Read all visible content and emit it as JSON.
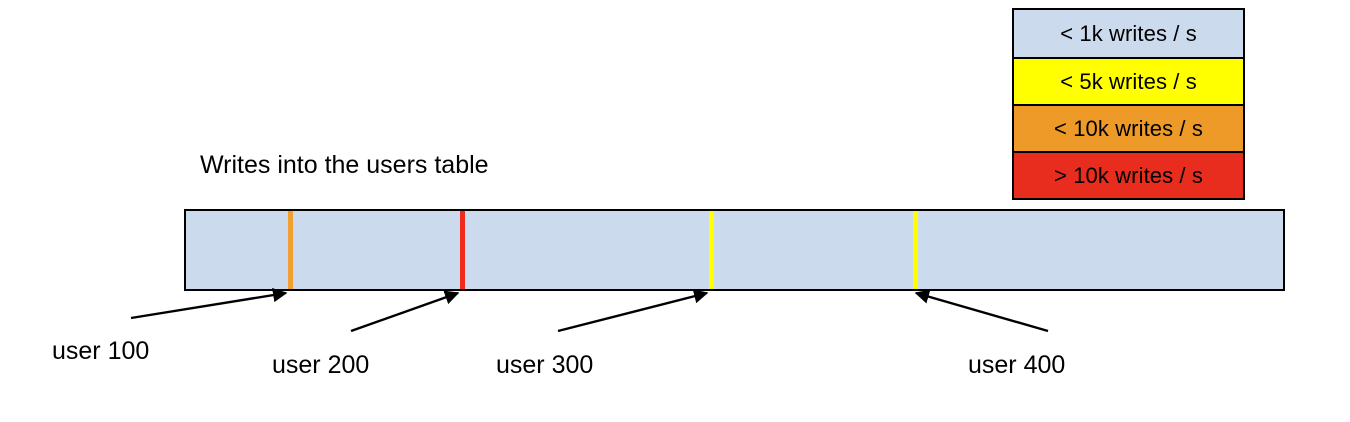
{
  "chart_data": {
    "type": "bar",
    "title": "Writes into the users table",
    "xlabel": "",
    "ylabel": "",
    "orientation": "horizontal-single-track",
    "track": {
      "fill_color": "#CCDAEE",
      "border_color": "#000000",
      "description": "Single horizontal track representing the users table key range"
    },
    "markers": [
      {
        "label": "user 100",
        "position_pct": 9.6,
        "color": "#F0A030",
        "bucket": "< 10k writes / s"
      },
      {
        "label": "user 200",
        "position_pct": 25.2,
        "color": "#EE2B1C",
        "bucket": "> 10k writes / s"
      },
      {
        "label": "user 300",
        "position_pct": 47.8,
        "color": "#FFFF00",
        "bucket": "< 5k writes / s"
      },
      {
        "label": "user 400",
        "position_pct": 66.3,
        "color": "#FFFF00",
        "bucket": "< 5k writes / s"
      }
    ],
    "legend": {
      "position": "top-right",
      "entries": [
        {
          "label": "< 1k writes / s",
          "color": "#CCDAEE"
        },
        {
          "label": "< 5k writes / s",
          "color": "#FFFF00"
        },
        {
          "label": "< 10k writes / s",
          "color": "#EE9A28"
        },
        {
          "label": "> 10k writes / s",
          "color": "#E82D1E"
        }
      ]
    }
  },
  "legend": {
    "entries": [
      {
        "label": "< 1k writes / s",
        "color": "#CCDAEE"
      },
      {
        "label": "< 5k writes / s",
        "color": "#FFFF00"
      },
      {
        "label": "< 10k writes / s",
        "color": "#EE9A28"
      },
      {
        "label": "> 10k writes / s",
        "color": "#E82D1E"
      }
    ]
  },
  "diagram": {
    "title": "Writes into the users table",
    "annotations": [
      {
        "label": "user 100"
      },
      {
        "label": "user 200"
      },
      {
        "label": "user 300"
      },
      {
        "label": "user 400"
      }
    ]
  }
}
